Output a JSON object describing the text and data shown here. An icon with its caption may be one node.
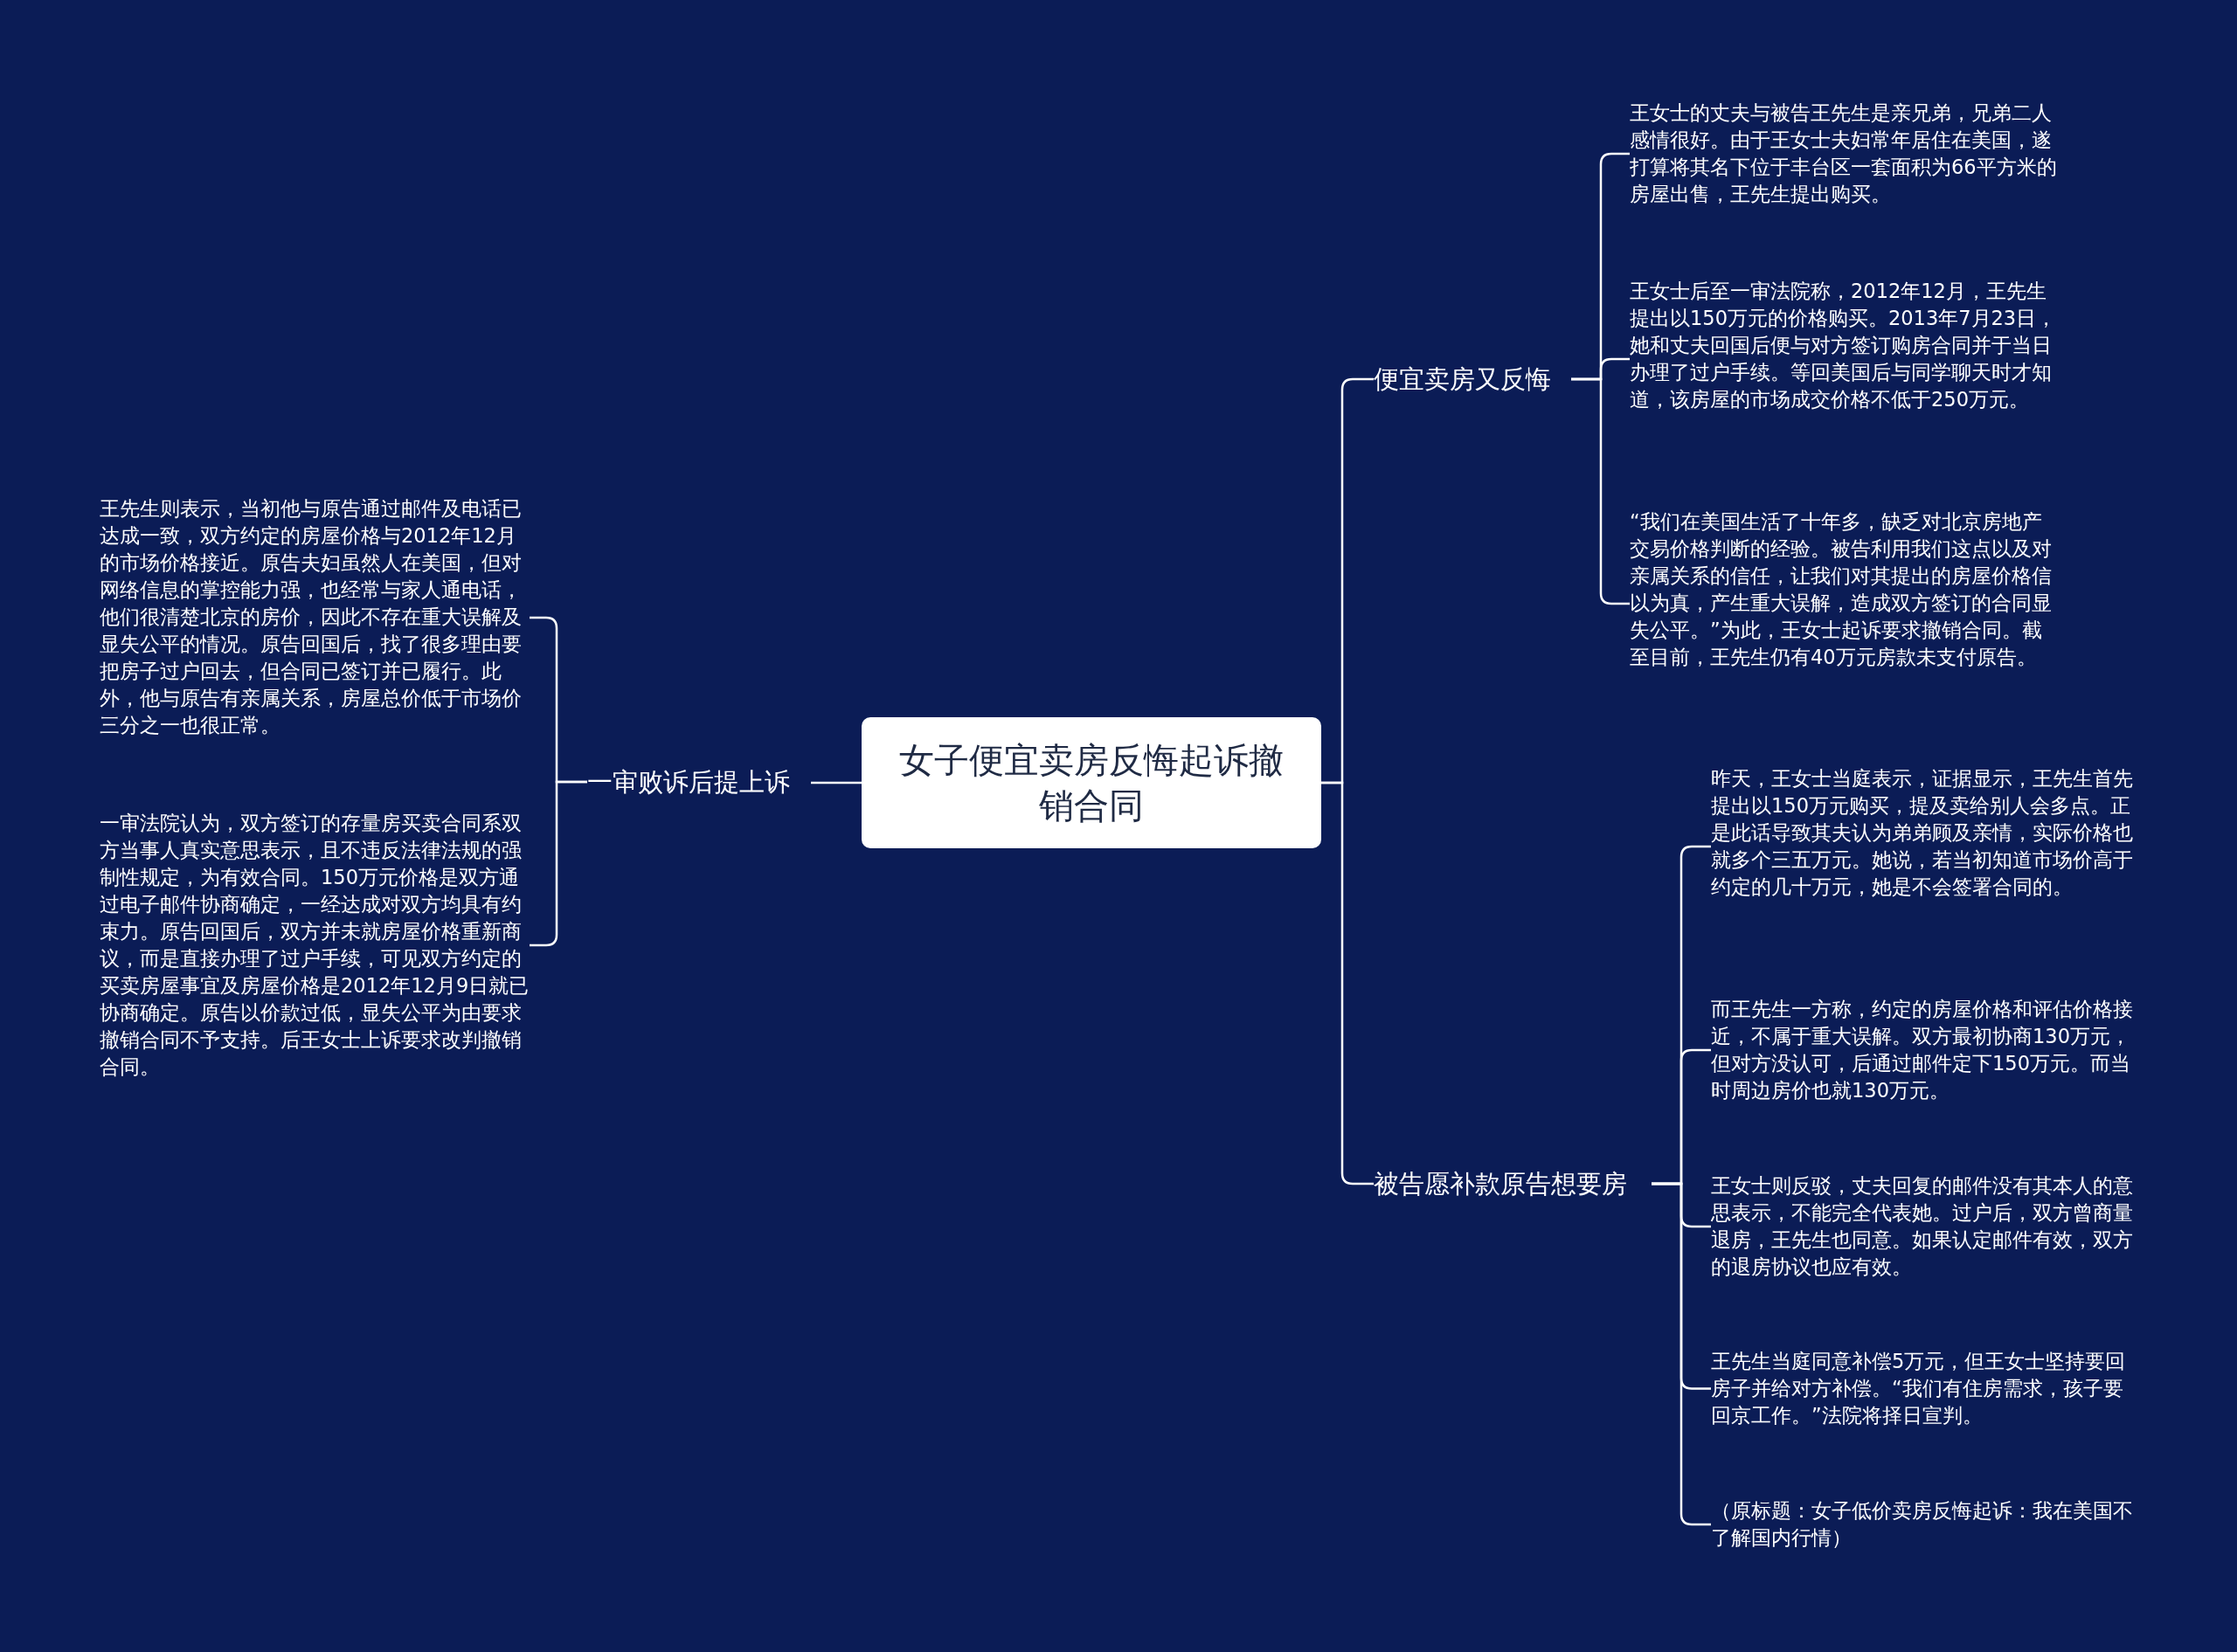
{
  "diagram": {
    "nodes": [
      {
        "text": [
          "女子便宜卖房反悔起诉撤销合同"
        ]
      },
      {
        "text": [
          "便宜卖房又反悔"
        ]
      },
      {
        "text": [
          "被告愿补款原告想要房"
        ]
      },
      {
        "text": [
          "一审败诉后提上诉"
        ]
      },
      {
        "text": [
          "王女士的丈夫与被告王先生是亲兄弟，兄弟二人感情很好。由于王女士夫妇常年居住在美国，遂打算将其名下位于丰台区一套面积为66平方米的房屋出售，王先生提出购买。"
        ]
      },
      {
        "text": [
          "王女士后至一审法院称，2012年12月，王先生提出以150万元的价格购买。2013年7月23日，她和丈夫回国后便与对方签订购房合同并于当日办理了过户手续。等回美国后与同学聊天时才知道，该房屋的市场成交价格不低于250万元。"
        ]
      },
      {
        "text": [
          "“我们在美国生活了十年多，缺乏对北京房地产交易价格判断的经验。被告利用我们这点以及对亲属关系的信任，让我们对其提出的房屋价格信以为真，产生重大误解，造成双方签订的合同显失公平。”为此，王女士起诉要求撤销合同。截至目前，王先生仍有40万元房款未支付原告。"
        ]
      },
      {
        "text": [
          "昨天，王女士当庭表示，证据显示，王先生首先提出以150万元购买，提及卖给别人会多点。正是此话导致其夫认为弟弟顾及亲情，实际价格也就多个三五万元。她说，若当初知道市场价高于约定的几十万元，她是不会签署合同的。"
        ]
      },
      {
        "text": [
          "而王先生一方称，约定的房屋价格和评估价格接近，不属于重大误解。双方最初协商130万元，但对方没认可，后通过邮件定下150万元。而当时周边房价也就130万元。"
        ]
      },
      {
        "text": [
          "王女士则反驳，丈夫回复的邮件没有其本人的意思表示，不能完全代表她。过户后，双方曾商量退房，王先生也同意。如果认定邮件有效，双方的退房协议也应有效。"
        ]
      },
      {
        "text": [
          "王先生当庭同意补偿5万元，但王女士坚持要回房子并给对方补偿。“我们有住房需求，孩子要回京工作。”法院将择日宣判。"
        ]
      },
      {
        "text": [
          "（原标题：女子低价卖房反悔起诉：我在美国不了解国内行情）"
        ]
      },
      {
        "text": [
          "王先生则表示，当初他与原告通过邮件及电话已达成一致，双方约定的房屋价格与2012年12月的市场价格接近。原告夫妇虽然人在美国，但对网络信息的掌控能力强，也经常与家人通电话，他们很清楚北京的房价，因此不存在重大误解及显失公平的情况。原告回国后，找了很多理由要把房子过户回去，但合同已签订并已履行。此外，他与原告有亲属关系，房屋总价低于市场价三分之一也很正常。"
        ]
      },
      {
        "text": [
          "一审法院认为，双方签订的存量房买卖合同系双方当事人真实意思表示，且不违反法律法规的强制性规定，为有效合同。150万元价格是双方通过电子邮件协商确定，一经达成对双方均具有约束力。原告回国后，双方并未就房屋价格重新商议，而是直接办理了过户手续，可见双方约定的买卖房屋事宜及房屋价格是2012年12月9日就已协商确定。原告以价款过低，显失公平为由要求撤销合同不予支持。后王女士上诉要求改判撤销合同。"
        ]
      }
    ],
    "edges": [
      {
        "from": 0,
        "to": 1,
        "arrow": "none"
      },
      {
        "from": 0,
        "to": 2,
        "arrow": "none"
      },
      {
        "from": 0,
        "to": 3,
        "arrow": "none"
      },
      {
        "from": 1,
        "to": 4,
        "arrow": "none"
      },
      {
        "from": 1,
        "to": 5,
        "arrow": "none"
      },
      {
        "from": 1,
        "to": 6,
        "arrow": "none"
      },
      {
        "from": 2,
        "to": 7,
        "arrow": "none"
      },
      {
        "from": 2,
        "to": 8,
        "arrow": "none"
      },
      {
        "from": 2,
        "to": 9,
        "arrow": "none"
      },
      {
        "from": 2,
        "to": 10,
        "arrow": "none"
      },
      {
        "from": 2,
        "to": 11,
        "arrow": "none"
      },
      {
        "from": 3,
        "to": 12,
        "arrow": "none"
      },
      {
        "from": 3,
        "to": 13,
        "arrow": "none"
      }
    ]
  }
}
